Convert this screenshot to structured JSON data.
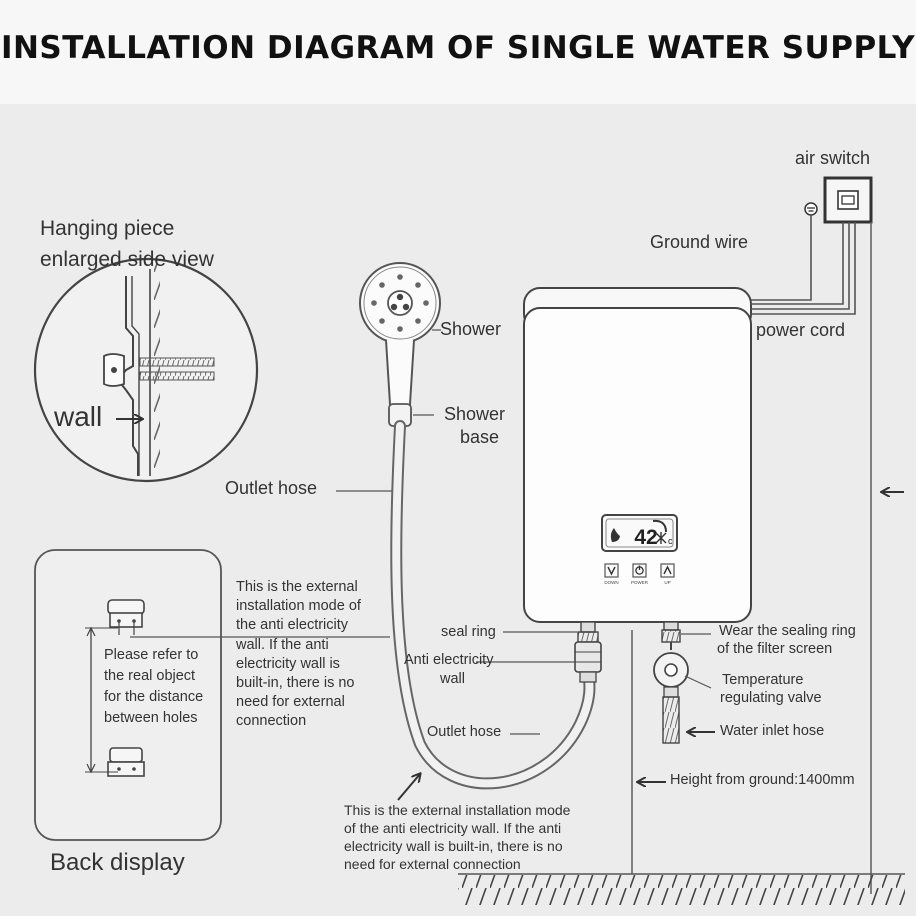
{
  "title": "INSTALLATION DIAGRAM OF SINGLE WATER SUPPLY",
  "labels": {
    "air_switch": "air switch",
    "ground_wire": "Ground wire",
    "power_cord": "power cord",
    "hanging_piece_line1": "Hanging piece",
    "hanging_piece_line2": "enlarged side view",
    "wall": "wall",
    "shower": "Shower",
    "shower_base_line1": "Shower",
    "shower_base_line2": "base",
    "outlet_hose_top": "Outlet hose",
    "external_mode_right": [
      "This is the external",
      "installation mode of",
      "the anti electricity",
      "wall. If the anti",
      "electricity wall is",
      "built-in, there is no",
      "need for external",
      "connection"
    ],
    "back_note": [
      "Please refer to",
      "the real object",
      "for the distance",
      "between holes"
    ],
    "back_display": "Back display",
    "seal_ring": "seal ring",
    "anti_electricity_wall_line1": "Anti electricity",
    "anti_electricity_wall_line2": "wall",
    "outlet_hose_bottom": "Outlet hose",
    "external_mode_bottom": [
      "This is the external installation mode",
      "of the anti electricity wall. If the anti",
      "electricity wall is built-in, there is no",
      "need for external connection"
    ],
    "sealing_ring_line1": "Wear the sealing ring",
    "sealing_ring_line2": "of the filter screen",
    "temp_valve_line1": "Temperature",
    "temp_valve_line2": "regulating valve",
    "water_inlet_hose": "Water inlet hose",
    "height": "Height from ground:1400mm"
  },
  "device": {
    "display_value": "42",
    "display_unit": "c",
    "buttons": [
      "DOWN",
      "POWER",
      "UP"
    ]
  },
  "colors": {
    "background": "#ebebeb",
    "header": "#f7f7f7",
    "line": "#555555",
    "text": "#333333"
  }
}
